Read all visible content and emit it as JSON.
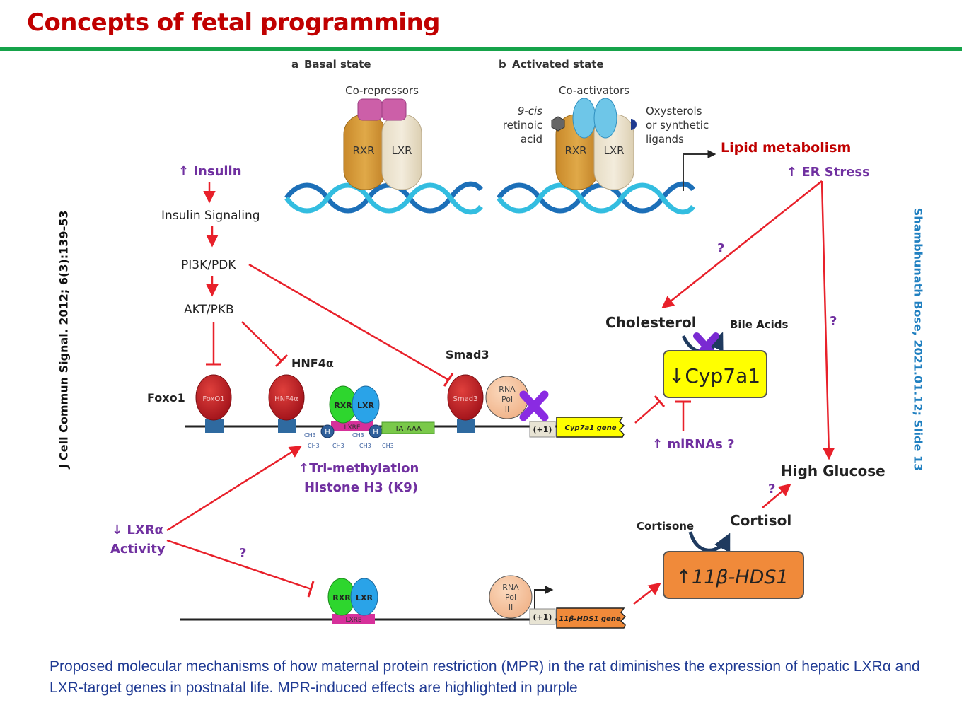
{
  "title": "Concepts of fetal programming",
  "citation_left": "J Cell Commun Signal. 2012; 6(3):139-53",
  "citation_right": "Shambhunath Bose, 2021.01.12; Slide 13",
  "caption": "Proposed molecular mechanisms of how maternal protein restriction (MPR) in the rat diminishes the expression of hepatic LXRα and LXR-target genes in postnatal life. MPR-induced effects are highlighted in purple",
  "panels": {
    "a_letter": "a",
    "a_title": "Basal state",
    "b_letter": "b",
    "b_title": "Activated state",
    "corepressors": "Co-repressors",
    "coactivators": "Co-activators",
    "rxr": "RXR",
    "lxr": "LXR",
    "cis_line1": "9-cis",
    "cis_line2": "retinoic",
    "cis_line3": "acid",
    "oxy_line1": "Oxysterols",
    "oxy_line2": "or synthetic",
    "oxy_line3": "ligands"
  },
  "pathway": {
    "insulin": "↑ Insulin",
    "insulin_signaling": "Insulin Signaling",
    "pi3k": "PI3K/PDK",
    "akt": "AKT/PKB",
    "foxo1": "Foxo1",
    "hnf4a": "HNF4α",
    "smad3": "Smad3",
    "lxra_activity_line1": "↓ LXRα",
    "lxra_activity_line2": "Activity",
    "trimethyl_line1": "↑Tri-methylation",
    "trimethyl_line2": "Histone H3 (K9)",
    "question": "?"
  },
  "dna_track": {
    "foxo1_small": "FoxO1",
    "hnf4a_small": "HNF4α",
    "smad3_small": "Smad3",
    "rxr_small": "RXR",
    "lxr_small": "LXR",
    "lxre": "LXRE",
    "tataaa": "TATAAA",
    "rna_line1": "RNA",
    "rna_line2": "Pol",
    "rna_line3": "II",
    "plus1": "(+1)",
    "cyp7a1_gene": "Cyp7a1 gene",
    "hds1_gene": "11β-HDS1 gene",
    "methyl": "CH3",
    "histone": "H"
  },
  "metabolism": {
    "lipid_metabolism": "Lipid metabolism",
    "er_stress": "↑ ER Stress",
    "cholesterol": "Cholesterol",
    "bile_acids": "Bile Acids",
    "cyp7a1": "↓Cyp7a1",
    "mirnas": "↑ miRNAs ?",
    "high_glucose": "High Glucose",
    "cortisone": "Cortisone",
    "cortisol": "Cortisol",
    "hds1": "↑11β-HDS1"
  },
  "colors": {
    "title_red": "#c00000",
    "green_rule": "#16a34a",
    "mpr_purple": "#7030a0",
    "arrow_red": "#e8202a",
    "caption_blue": "#1f3a93",
    "side_blue": "#1f7fc0",
    "cyp_yellow": "#ffff00",
    "hds_orange": "#f08a3a"
  }
}
